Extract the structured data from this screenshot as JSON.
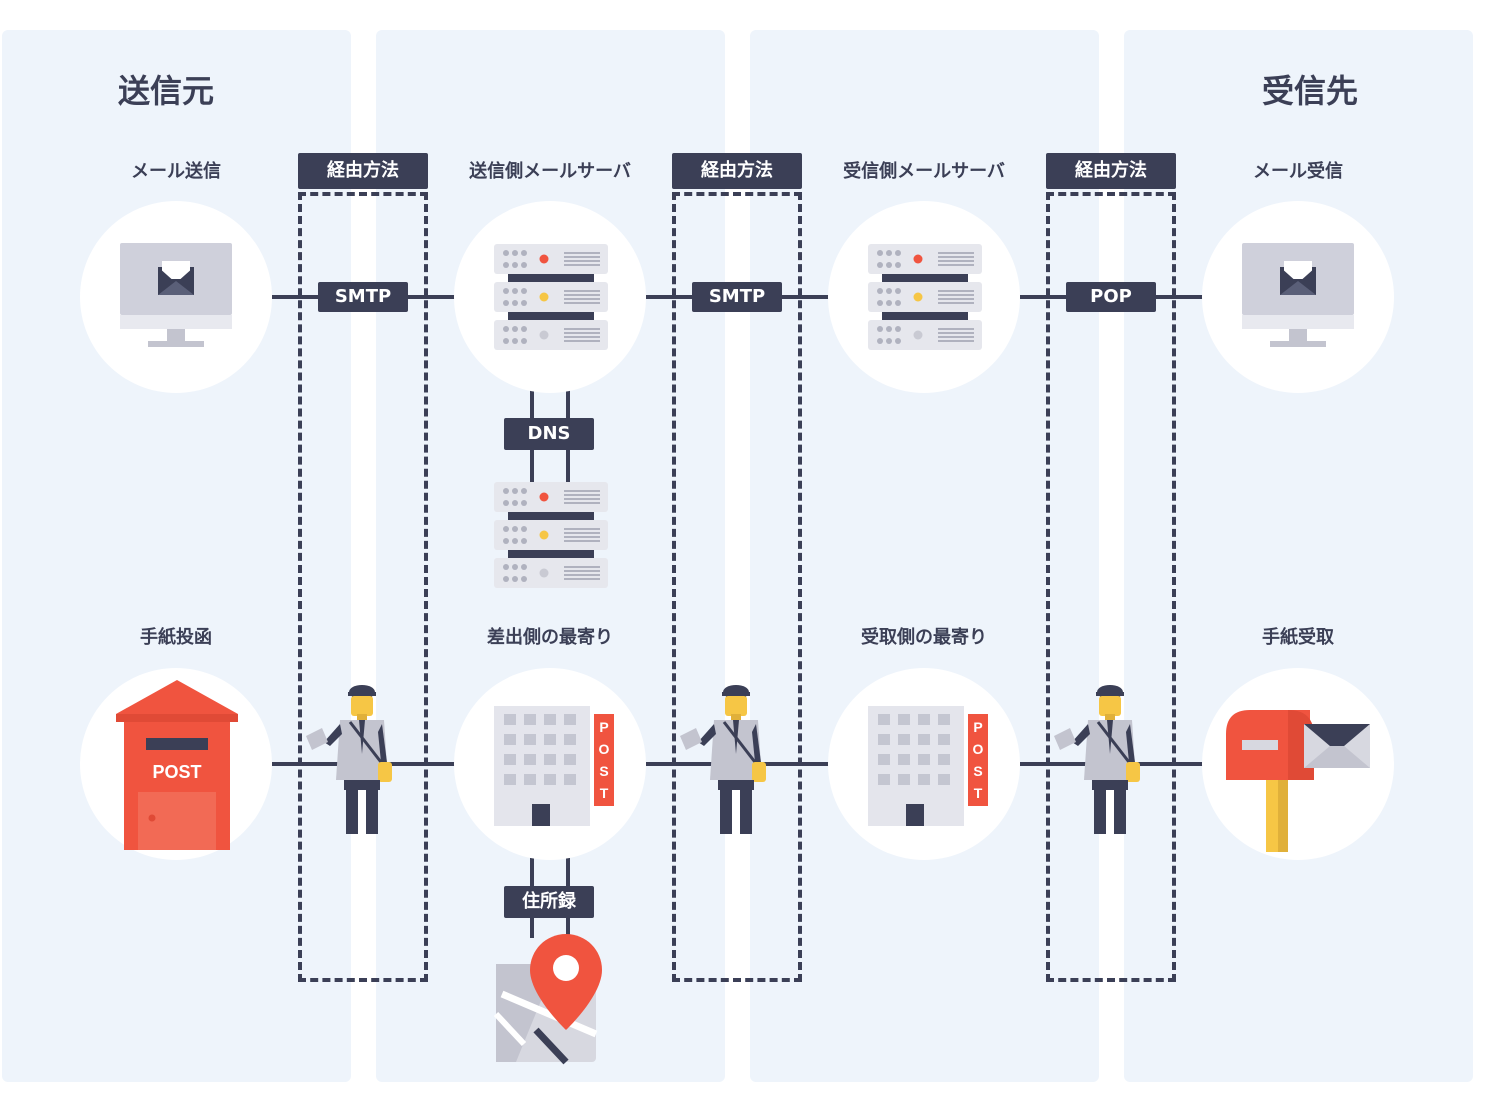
{
  "headings": {
    "sender": "送信元",
    "receiver": "受信先"
  },
  "labels": {
    "mail_send": "メール送信",
    "send_server": "送信側メールサーバ",
    "recv_server": "受信側メールサーバ",
    "mail_recv": "メール受信",
    "letter_post": "手紙投函",
    "sender_office": "差出側の最寄り",
    "receiver_office": "受取側の最寄り",
    "letter_recv": "手紙受取"
  },
  "via": [
    "経由方法",
    "経由方法",
    "経由方法"
  ],
  "protocols": [
    "SMTP",
    "SMTP",
    "POP"
  ],
  "dns_tag": "DNS",
  "address_tag": "住所録",
  "postbox_text": "POST",
  "building_sign": [
    "P",
    "O",
    "S",
    "T"
  ],
  "colors": {
    "navy": "#3b3f56",
    "column_bg": "#eef4fb",
    "red": "#f0543f",
    "yellow": "#f6c645",
    "gray": "#d7d8e0"
  },
  "icons": [
    "computer-icon",
    "envelope-icon",
    "server-icon",
    "postbox-icon",
    "building-icon",
    "postman-icon",
    "mailbox-icon",
    "map-pin-icon"
  ]
}
